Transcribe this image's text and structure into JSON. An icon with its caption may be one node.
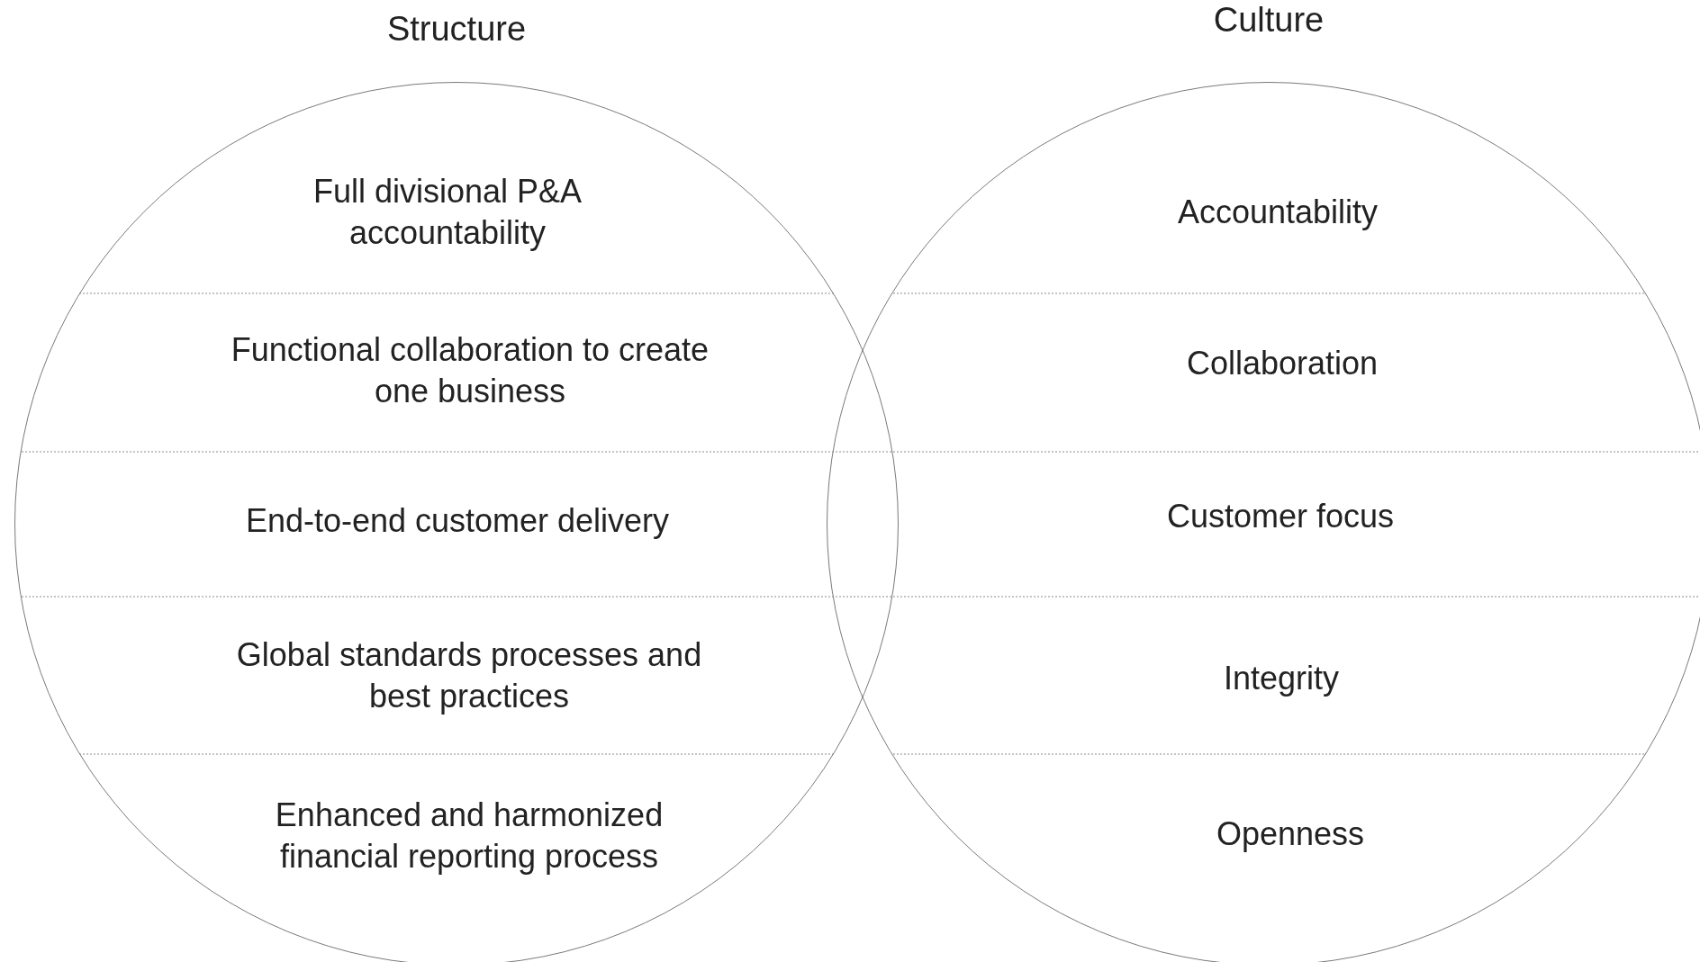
{
  "diagram": {
    "nodes": [
      {
        "text": [
          "Structure"
        ]
      },
      {
        "text": [
          "Culture"
        ]
      },
      {
        "text": [
          "Full divisional P&A accountability"
        ],
        "in": 0
      },
      {
        "text": [
          "Functional collaboration to create one business"
        ],
        "in": 0
      },
      {
        "text": [
          "End-to-end customer delivery"
        ],
        "in": 0
      },
      {
        "text": [
          "Global standards processes and best practices"
        ],
        "in": 0
      },
      {
        "text": [
          "Enhanced and harmonized financial reporting process"
        ],
        "in": 0
      },
      {
        "text": [
          "Accountability"
        ],
        "in": 1
      },
      {
        "text": [
          "Collaboration"
        ],
        "in": 1
      },
      {
        "text": [
          "Customer focus"
        ],
        "in": 1
      },
      {
        "text": [
          "Integrity"
        ],
        "in": 1
      },
      {
        "text": [
          "Openness"
        ],
        "in": 1
      }
    ]
  }
}
